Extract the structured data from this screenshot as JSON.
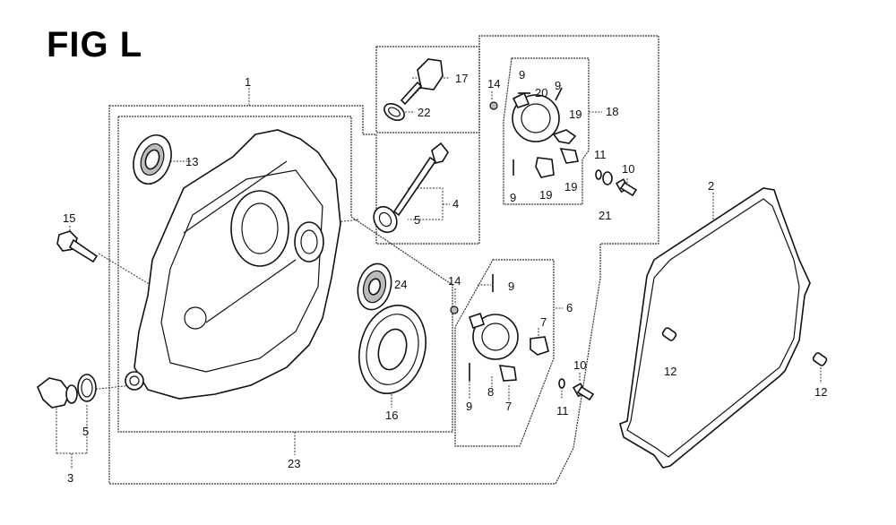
{
  "figure": {
    "title": "FIG L",
    "description": "Exploded parts diagram of engine crankcase side cover assembly"
  },
  "callouts": [
    {
      "id": "c1",
      "label": "1",
      "part": "crankcase-cover-assembly"
    },
    {
      "id": "c2",
      "label": "2",
      "part": "case-cover-gasket"
    },
    {
      "id": "c3",
      "label": "3",
      "part": "oil-drain-plug-set"
    },
    {
      "id": "c4",
      "label": "4",
      "part": "oil-level-gauge-set"
    },
    {
      "id": "c5a",
      "label": "5",
      "part": "o-ring-gauge"
    },
    {
      "id": "c5b",
      "label": "5",
      "part": "o-ring-drain-plug"
    },
    {
      "id": "c6",
      "label": "6",
      "part": "governor-assembly"
    },
    {
      "id": "c7a",
      "label": "7",
      "part": "governor-holder"
    },
    {
      "id": "c7b",
      "label": "7",
      "part": "governor-slider"
    },
    {
      "id": "c8",
      "label": "8",
      "part": "governor-gear"
    },
    {
      "id": "c9a",
      "label": "9",
      "part": "governor-shaft-pin-upper"
    },
    {
      "id": "c9b",
      "label": "9",
      "part": "governor-shaft-pin-lower"
    },
    {
      "id": "c9c",
      "label": "9",
      "part": "pin-upper-left-box"
    },
    {
      "id": "c9d",
      "label": "9",
      "part": "pin-upper-right-box"
    },
    {
      "id": "c9e",
      "label": "9",
      "part": "pin-lower-left-box"
    },
    {
      "id": "c10a",
      "label": "10",
      "part": "flange-bolt-upper"
    },
    {
      "id": "c10b",
      "label": "10",
      "part": "flange-bolt-lower"
    },
    {
      "id": "c11a",
      "label": "11",
      "part": "washer-upper"
    },
    {
      "id": "c11b",
      "label": "11",
      "part": "washer-lower"
    },
    {
      "id": "c12a",
      "label": "12",
      "part": "dowel-pin-left"
    },
    {
      "id": "c12b",
      "label": "12",
      "part": "dowel-pin-right"
    },
    {
      "id": "c13",
      "label": "13",
      "part": "oil-seal"
    },
    {
      "id": "c14a",
      "label": "14",
      "part": "clip-upper"
    },
    {
      "id": "c14b",
      "label": "14",
      "part": "clip-lower"
    },
    {
      "id": "c15",
      "label": "15",
      "part": "flange-bolt-long"
    },
    {
      "id": "c16",
      "label": "16",
      "part": "radial-ball-bearing-large"
    },
    {
      "id": "c17",
      "label": "17",
      "part": "oil-level-switch"
    },
    {
      "id": "c18",
      "label": "18",
      "part": "governor-assembly-alt"
    },
    {
      "id": "c19a",
      "label": "19",
      "part": "holder-upper"
    },
    {
      "id": "c19b",
      "label": "19",
      "part": "slider-lower-right"
    },
    {
      "id": "c19c",
      "label": "19",
      "part": "slider-lower-left"
    },
    {
      "id": "c20",
      "label": "20",
      "part": "governor-gear-alt"
    },
    {
      "id": "c21",
      "label": "21",
      "part": "washer-alt"
    },
    {
      "id": "c22",
      "label": "22",
      "part": "o-ring-switch"
    },
    {
      "id": "c23",
      "label": "23",
      "part": "crankcase-cover-inner-group"
    },
    {
      "id": "c24",
      "label": "24",
      "part": "radial-ball-bearing-small"
    }
  ]
}
